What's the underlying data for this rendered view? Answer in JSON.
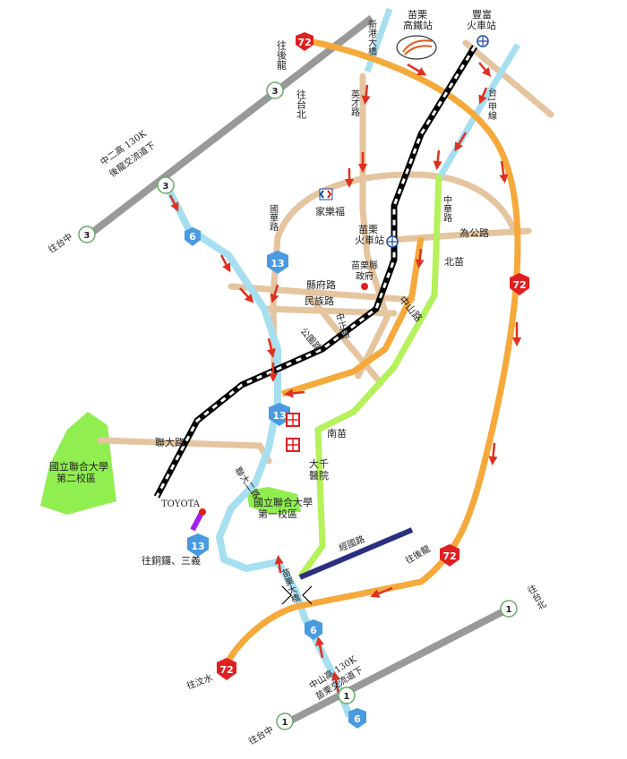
{
  "colors": {
    "freeway": "#999999",
    "expressway": "#a6dff0",
    "provincial": "#f6a93b",
    "county": "#b5f15a",
    "local": "#e5c4a0",
    "railway": "#000000",
    "hsr": "#a6dff0",
    "jingguo": "#2b2f7f",
    "arrow": "#e03020",
    "campus": "#90ee50",
    "shield_red": "#e02020",
    "shield_blue": "#4a9ae0",
    "toyota_road": "#a020f0"
  },
  "shields": {
    "r72_top": "72",
    "r72_right": "72",
    "r72_lower": "72",
    "r72_left": "72",
    "n3_a": "3",
    "n3_b": "3",
    "n3_c": "3",
    "n1_a": "1",
    "n1_b": "1",
    "n1_c": "1",
    "e6_a": "6",
    "e6_b": "6",
    "e6_c": "6",
    "r13_a": "13",
    "r13_b": "13",
    "r13_c": "13"
  },
  "labels": {
    "to_houlong": "往後龍",
    "to_taipei_n3": "往台北",
    "interchange_n3_l1": "中二高 130K",
    "interchange_n3_l2": "後龍交流道下",
    "to_taichung_n3": "往台中",
    "hsr_station_l1": "苗栗",
    "hsr_station_l2": "高鐵站",
    "fengfu_l1": "豐富",
    "fengfu_l2": "火車站",
    "xingang_bridge": "新港大橋",
    "yingcai_road": "英才路",
    "tai1_line": "台1甲線",
    "zhonghua_road": "中華路",
    "carrefour": "家樂福",
    "guohua_road": "國華路",
    "miaoli_station_l1": "苗栗",
    "miaoli_station_l2": "火車站",
    "weigong_road": "為公路",
    "beimiao": "北苗",
    "county_gov_l1": "苗栗縣",
    "county_gov_l2": "政府",
    "xianfu_road": "縣府路",
    "minzu_road": "民族路",
    "zhongzheng_road": "中正路",
    "zhongshan_road": "中山路",
    "gongjing_road": "公園路",
    "nanmiao": "南苗",
    "lianda_road": "聯大路",
    "hospital_l1": "大千",
    "hospital_l2": "醫院",
    "nuu_campus2_l1": "國立聯合大學",
    "nuu_campus2_l2": "第二校區",
    "nuu_campus1_l1": "國立聯合大學",
    "nuu_campus1_l2": "第一校區",
    "toyota": "TOYOTA",
    "to_tongluo": "往銅鑼、三義",
    "jingguo_road": "經國路",
    "lianda2": "聯大二路",
    "to_houlong2": "往後龍",
    "to_taipei_n1": "往台北",
    "miaoli_bridge": "苗栗大橋",
    "to_wenshui": "往汶水",
    "interchange_n1_l1": "中山高 130K",
    "interchange_n1_l2": "苗栗交流道下",
    "to_taichung_n1": "往台中"
  }
}
